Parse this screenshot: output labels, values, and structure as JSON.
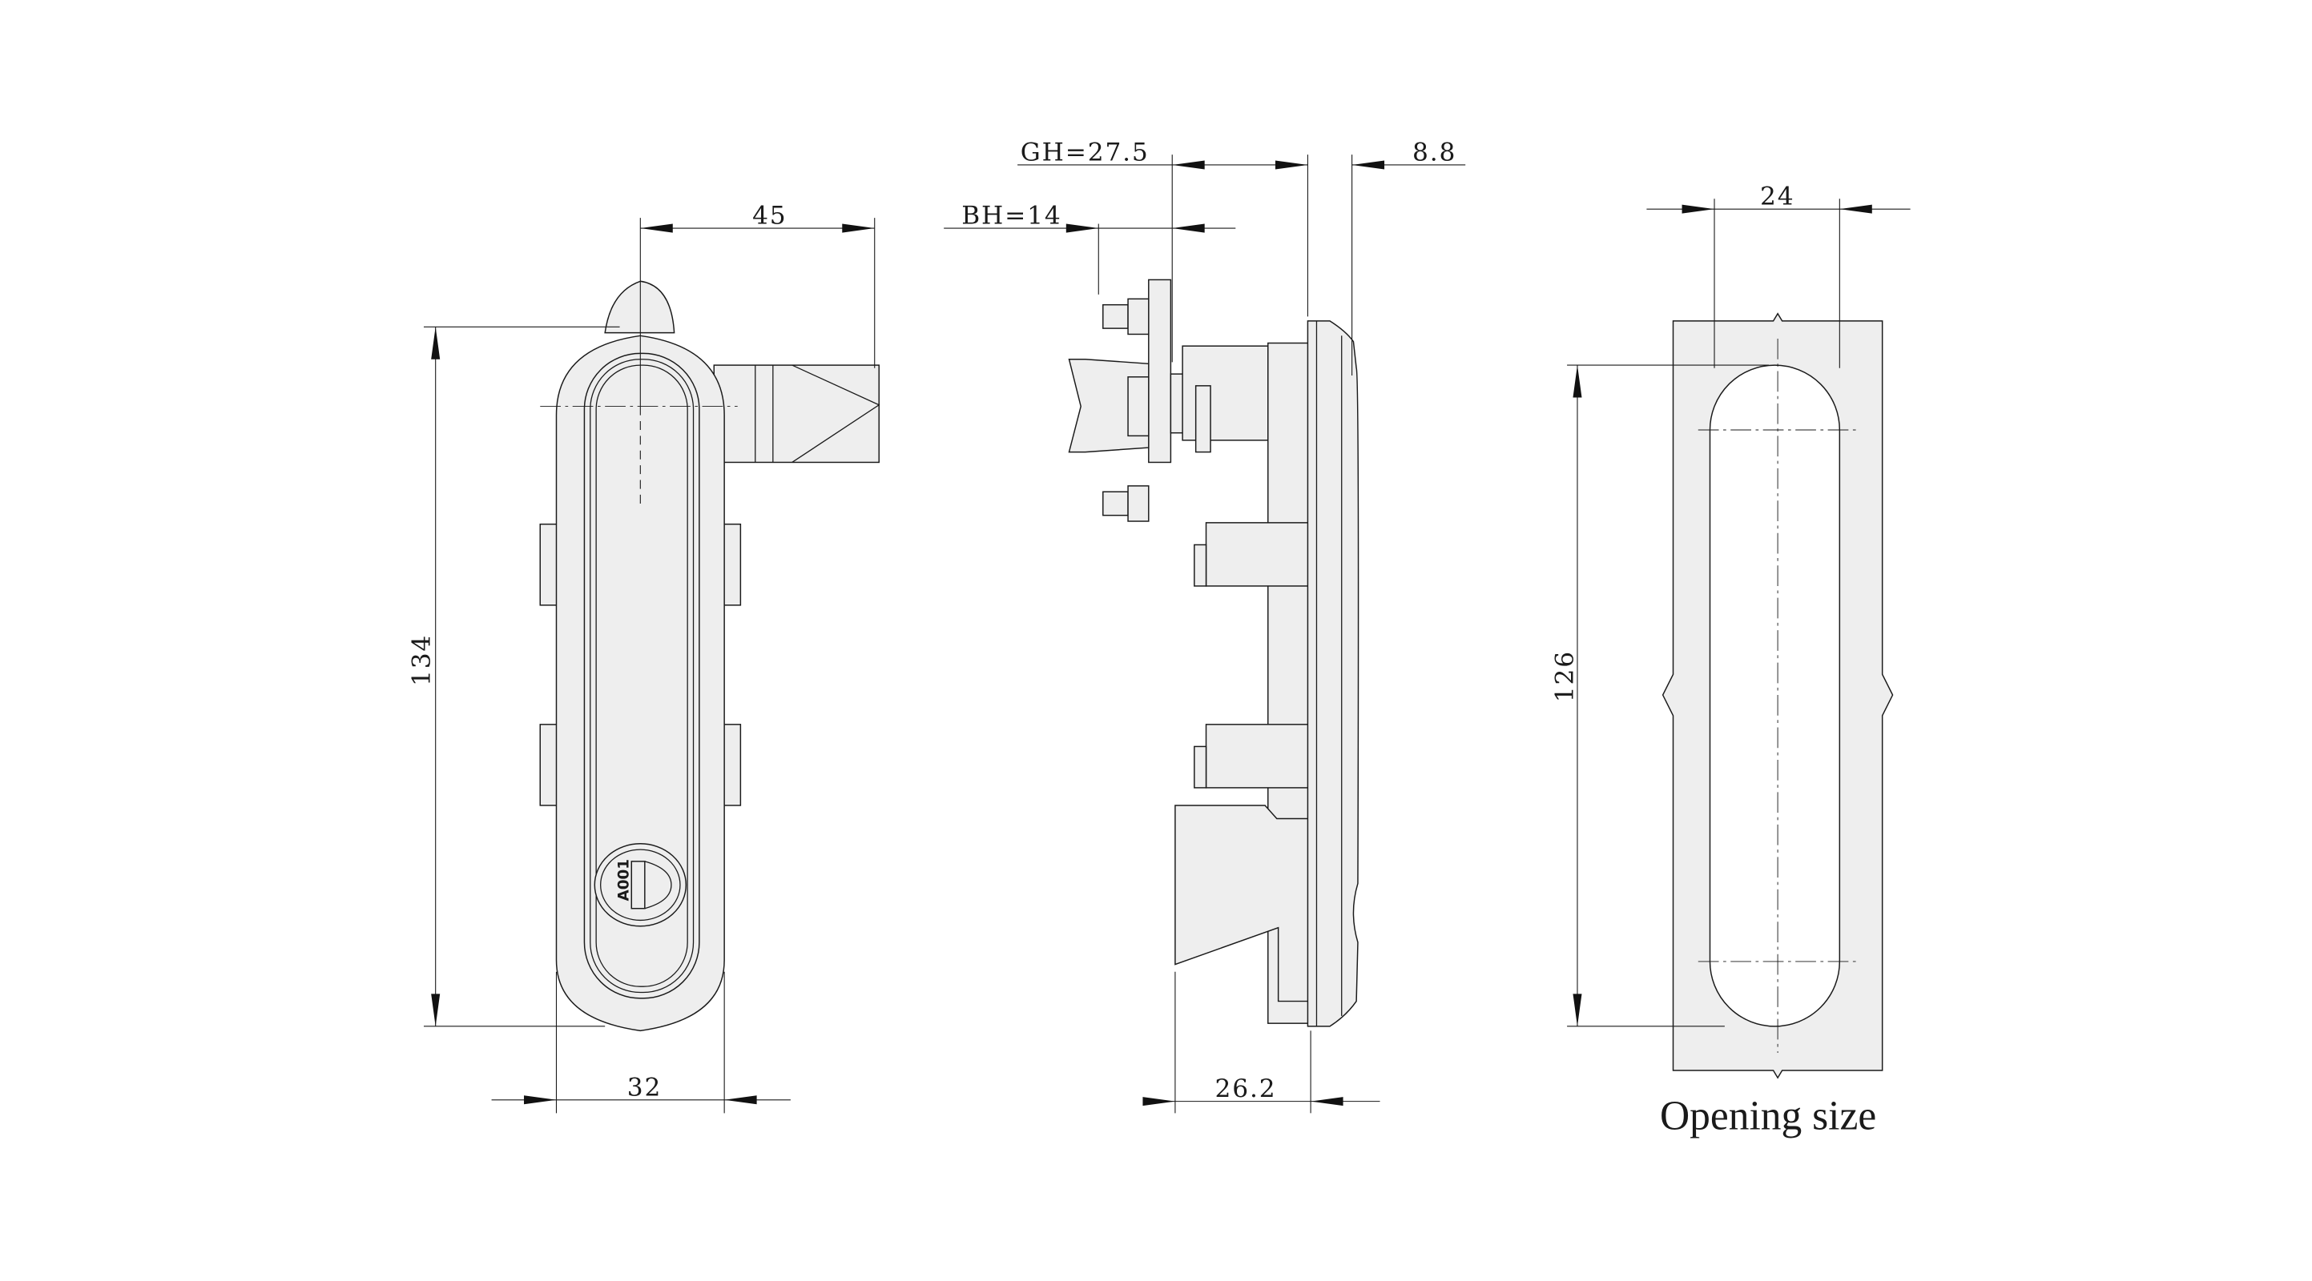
{
  "front_view": {
    "dim_latch_reach": "45",
    "dim_height": "134",
    "dim_width": "32",
    "key_code": "A001"
  },
  "side_view": {
    "dim_gh": "GH=27.5",
    "dim_bh": "BH=14",
    "dim_bezel": "8.8",
    "dim_depth": "26.2"
  },
  "opening_view": {
    "dim_width": "24",
    "dim_height": "126",
    "caption": "Opening size"
  },
  "colors": {
    "part_fill": "#eeeeee",
    "line": "#1a1a1a"
  }
}
